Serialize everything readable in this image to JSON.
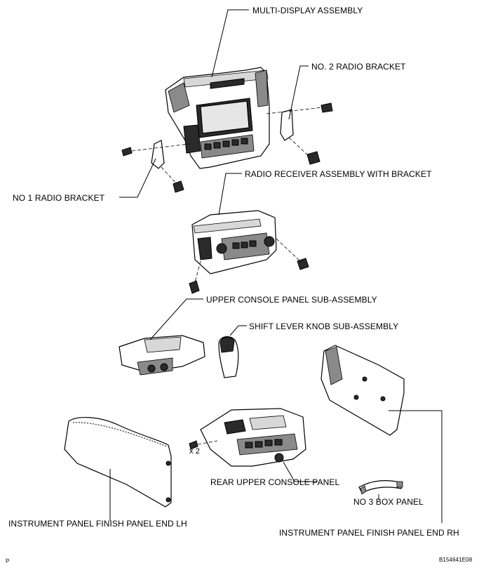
{
  "labels": {
    "multi_display": "MULTI-DISPLAY ASSEMBLY",
    "no2_bracket": "NO. 2 RADIO BRACKET",
    "radio_receiver": "RADIO RECEIVER ASSEMBLY WITH BRACKET",
    "no1_bracket": "NO  1 RADIO BRACKET",
    "upper_console": "UPPER CONSOLE PANEL SUB-ASSEMBLY",
    "shift_knob": "SHIFT LEVER KNOB SUB-ASSEMBLY",
    "qty": "x 2",
    "rear_console": "REAR UPPER CONSOLE PANEL",
    "no3_box": "NO  3 BOX PANEL",
    "finish_lh": "INSTRUMENT PANEL FINISH PANEL END LH",
    "finish_rh": "INSTRUMENT PANEL FINISH PANEL END RH"
  },
  "footer": {
    "page_mark": "P",
    "figure_code": "B154641E08"
  }
}
